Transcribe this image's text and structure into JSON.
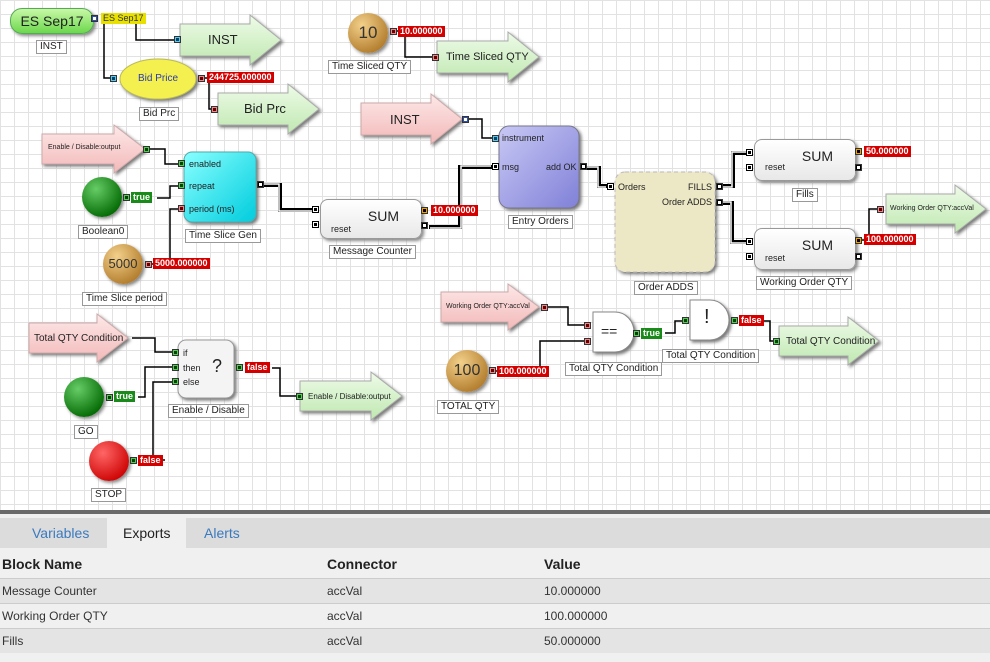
{
  "canvas": {
    "inst_block": {
      "title": "ES Sep17",
      "label": "INST",
      "out_value": "ES Sep17"
    },
    "inst_arrow_top": {
      "label": "INST"
    },
    "bid_price": {
      "title": "Bid Price",
      "label": "Bid Prc",
      "value": "244725.000000"
    },
    "bid_prc_arrow": {
      "label": "Bid Prc"
    },
    "time_sliced_qty_const": {
      "value_text": "10",
      "label": "Time Sliced QTY",
      "out_value": "10.000000"
    },
    "time_sliced_qty_arrow": {
      "label": "Time Sliced QTY"
    },
    "inst_arrow_mid": {
      "label": "INST"
    },
    "enable_disable_in": {
      "label": "Enable / Disable:output"
    },
    "boolean0": {
      "label": "Boolean0",
      "out_value": "true"
    },
    "time_slice_period": {
      "value_text": "5000",
      "label": "Time Slice period",
      "out_value": "5000.000000"
    },
    "time_slice_gen": {
      "label": "Time Slice Gen",
      "ports": [
        "enabled",
        "repeat",
        "period (ms)"
      ]
    },
    "message_counter": {
      "title": "SUM",
      "reset": "reset",
      "label": "Message Counter",
      "out_value": "10.000000"
    },
    "entry_orders": {
      "label": "Entry Orders",
      "in_instrument": "instrument",
      "in_msg": "msg",
      "out_add_ok": "add OK"
    },
    "order_adds": {
      "label": "Order ADDS",
      "in_orders": "Orders",
      "out_fills": "FILLS",
      "out_order_adds": "Order ADDS"
    },
    "fills_sum": {
      "title": "SUM",
      "reset": "reset",
      "label": "Fills",
      "out_value": "50.000000"
    },
    "working_order_sum": {
      "title": "SUM",
      "reset": "reset",
      "label": "Working Order QTY",
      "out_value": "100.000000"
    },
    "working_order_arrow_out": {
      "label": "Working Order QTY:accVal"
    },
    "working_order_arrow_in": {
      "label": "Working Order QTY:accVal"
    },
    "total_qty_const": {
      "value_text": "100",
      "label": "TOTAL QTY",
      "out_value": "100.000000"
    },
    "eq_block": {
      "symbol": "==",
      "label": "Total QTY Condition",
      "out_value": "true"
    },
    "not_block": {
      "symbol": "!",
      "label": "Total QTY Condition",
      "out_value": "false"
    },
    "total_qty_cond_arrow_out": {
      "label": "Total QTY Condition"
    },
    "total_qty_cond_arrow_in": {
      "label": "Total QTY Condition"
    },
    "ite_block": {
      "symbol": "?",
      "label": "Enable / Disable",
      "ports": [
        "if",
        "then",
        "else"
      ],
      "out_value": "false"
    },
    "enable_disable_out": {
      "label": "Enable / Disable:output"
    },
    "go": {
      "label": "GO",
      "out_value": "true"
    },
    "stop": {
      "label": "STOP",
      "out_value": "false"
    }
  },
  "panel": {
    "tabs": [
      {
        "label": "Variables"
      },
      {
        "label": "Exports"
      },
      {
        "label": "Alerts"
      }
    ],
    "active_tab": "Exports",
    "columns": [
      "Block Name",
      "Connector",
      "Value"
    ],
    "rows": [
      {
        "block": "Message Counter",
        "connector": "accVal",
        "value": "10.000000"
      },
      {
        "block": "Working Order QTY",
        "connector": "accVal",
        "value": "100.000000"
      },
      {
        "block": "Fills",
        "connector": "accVal",
        "value": "50.000000"
      }
    ]
  }
}
